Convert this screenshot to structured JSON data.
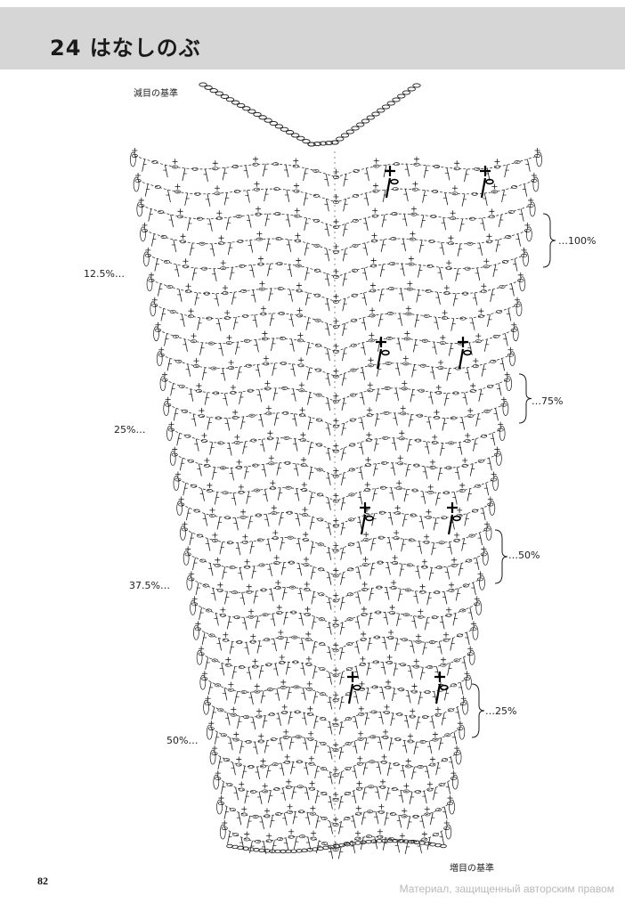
{
  "header": {
    "title": "24 はなしのぶ"
  },
  "labels": {
    "decrease_reference": "減目の基準",
    "increase_reference": "増目の基準",
    "left": [
      "12.5%…",
      "25%…",
      "37.5%…",
      "50%…"
    ],
    "right": [
      "…100%",
      "…75%",
      "…50%",
      "…25%"
    ]
  },
  "footer": {
    "page_number": "82",
    "watermark": "Материал, защищенный авторским правом"
  },
  "colors": {
    "header_band": "#d6d6d6",
    "ink": "#1a1a1a",
    "watermark": "#b9b9b9"
  }
}
